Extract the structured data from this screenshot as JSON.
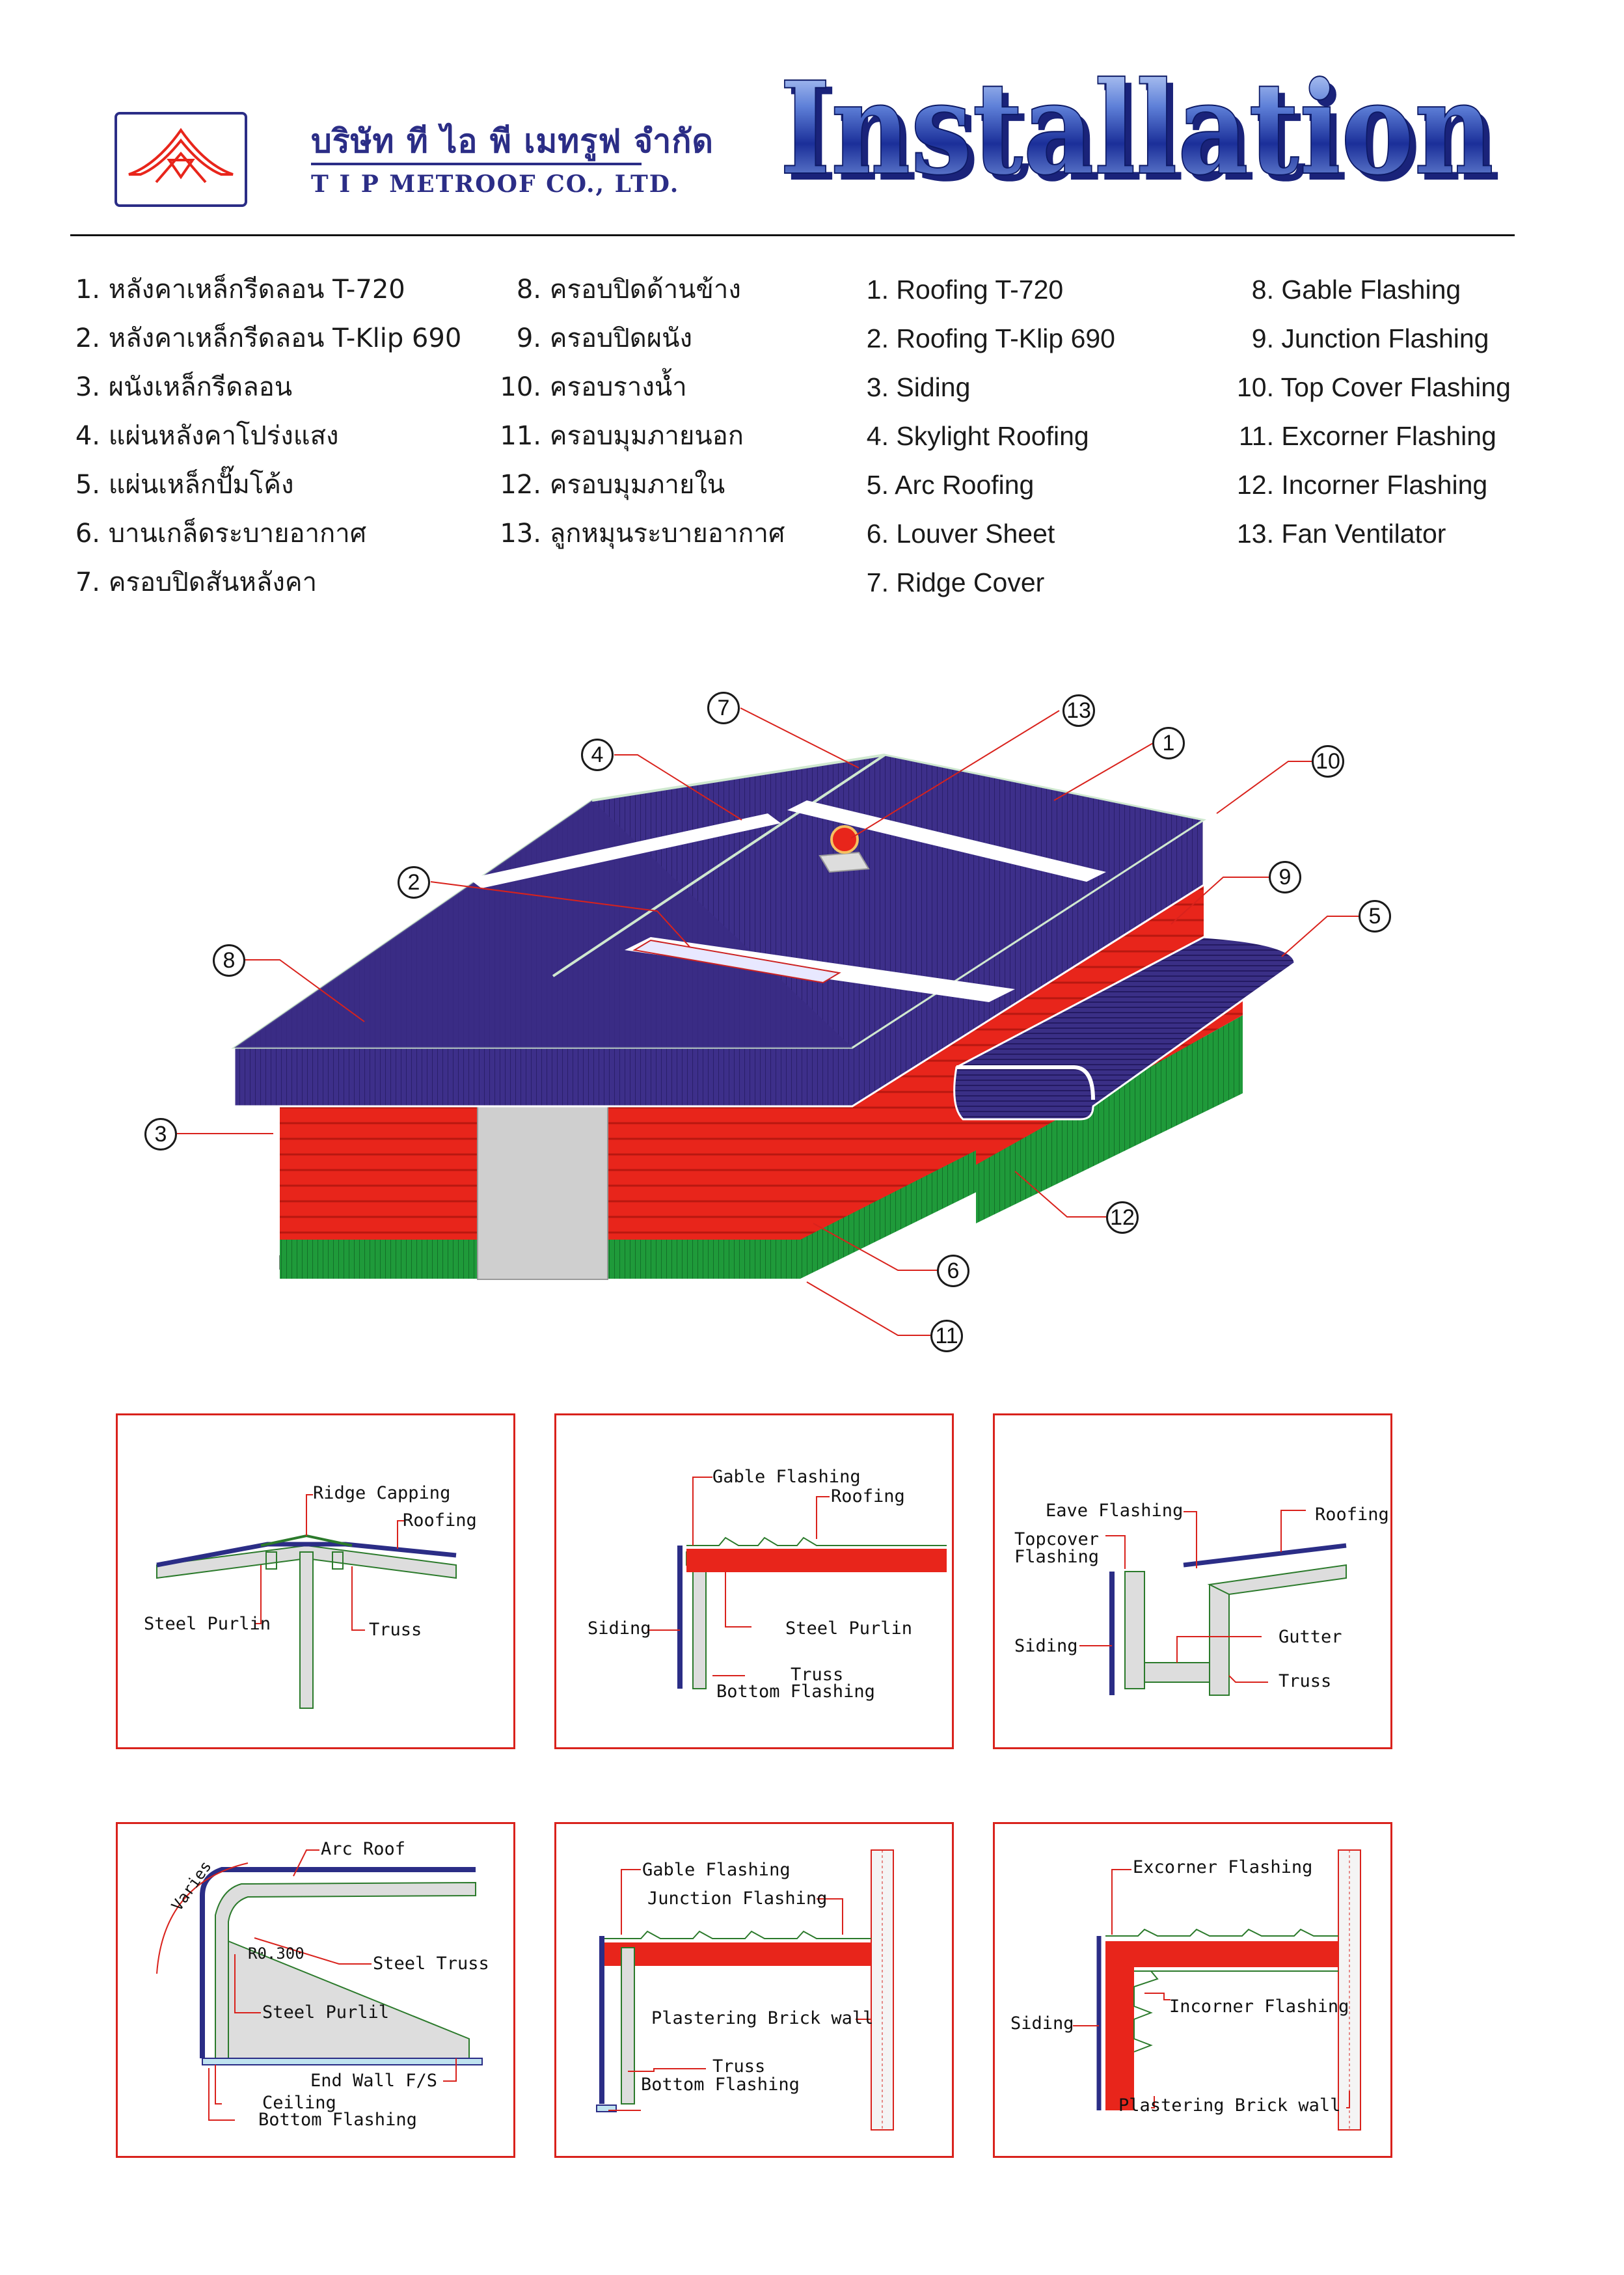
{
  "header": {
    "company_th": "บริษัท ที ไอ พี เมทรูฟ จำกัด",
    "company_en": "T I P METROOF CO., LTD.",
    "title": "Installation"
  },
  "parts_th_left": [
    {
      "num": "1.",
      "label": "หลังคาเหล็กรีดลอน T-720"
    },
    {
      "num": "2.",
      "label": "หลังคาเหล็กรีดลอน T-Klip 690"
    },
    {
      "num": "3.",
      "label": "ผนังเหล็กรีดลอน"
    },
    {
      "num": "4.",
      "label": "แผ่นหลังคาโปร่งแสง"
    },
    {
      "num": "5.",
      "label": "แผ่นเหล็กปั๊มโค้ง"
    },
    {
      "num": "6.",
      "label": "บานเกล็ดระบายอากาศ"
    },
    {
      "num": "7.",
      "label": "ครอบปิดสันหลังคา"
    }
  ],
  "parts_th_right": [
    {
      "num": "8.",
      "label": "ครอบปิดด้านข้าง"
    },
    {
      "num": "9.",
      "label": "ครอบปิดผนัง"
    },
    {
      "num": "10.",
      "label": "ครอบรางน้ำ"
    },
    {
      "num": "11.",
      "label": "ครอบมุมภายนอก"
    },
    {
      "num": "12.",
      "label": "ครอบมุมภายใน"
    },
    {
      "num": "13.",
      "label": "ลูกหมุนระบายอากาศ"
    }
  ],
  "parts_en_left": [
    {
      "num": "1.",
      "label": "Roofing T-720"
    },
    {
      "num": "2.",
      "label": "Roofing T-Klip 690"
    },
    {
      "num": "3.",
      "label": "Siding"
    },
    {
      "num": "4.",
      "label": "Skylight Roofing"
    },
    {
      "num": "5.",
      "label": "Arc Roofing"
    },
    {
      "num": "6.",
      "label": "Louver  Sheet"
    },
    {
      "num": "7.",
      "label": "Ridge Cover"
    }
  ],
  "parts_en_right": [
    {
      "num": "8.",
      "label": "Gable Flashing"
    },
    {
      "num": "9.",
      "label": "Junction Flashing"
    },
    {
      "num": "10.",
      "label": "Top Cover Flashing"
    },
    {
      "num": "11.",
      "label": "Excorner Flashing"
    },
    {
      "num": "12.",
      "label": "Incorner Flashing"
    },
    {
      "num": "13.",
      "label": "Fan Ventilator"
    }
  ],
  "callouts": [
    "1",
    "2",
    "3",
    "4",
    "5",
    "6",
    "7",
    "8",
    "9",
    "10",
    "11",
    "12",
    "13"
  ],
  "details": {
    "ridge": {
      "ridge_capping": "Ridge Capping",
      "roofing": "Roofing",
      "steel_purlin": "Steel Purlin",
      "truss": "Truss"
    },
    "gable": {
      "gable_flashing": "Gable Flashing",
      "roofing": "Roofing",
      "siding": "Siding",
      "steel_purlin": "Steel Purlin",
      "truss": "Truss",
      "bottom_flashing": "Bottom Flashing"
    },
    "eave": {
      "eave_flashing": "Eave Flashing",
      "roofing": "Roofing",
      "topcover_1": "Topcover",
      "topcover_2": "Flashing",
      "siding": "Siding",
      "gutter": "Gutter",
      "truss": "Truss"
    },
    "arc": {
      "arc_roof": "Arc Roof",
      "varies": "Varies",
      "radius": "R0.300",
      "steel_truss": "Steel Truss",
      "steel_purlin": "Steel Purlil",
      "end_wall": "End Wall F/S",
      "ceiling": "Ceiling",
      "bottom_flashing": "Bottom Flashing"
    },
    "junction": {
      "gable_flashing": "Gable Flashing",
      "junction_flashing": "Junction Flashing",
      "brick_wall": "Plastering Brick wall",
      "truss": "Truss",
      "bottom_flashing": "Bottom Flashing"
    },
    "corner": {
      "excorner_flashing": "Excorner Flashing",
      "siding": "Siding",
      "incorner_flashing": "Incorner Flashing",
      "brick_wall": "Plastering Brick wall"
    }
  },
  "colors": {
    "navy": "#2b2d86",
    "red": "#e8251b",
    "green": "#1f9a3a",
    "roof": "#3a2f86",
    "grey": "#cfcfcf"
  }
}
